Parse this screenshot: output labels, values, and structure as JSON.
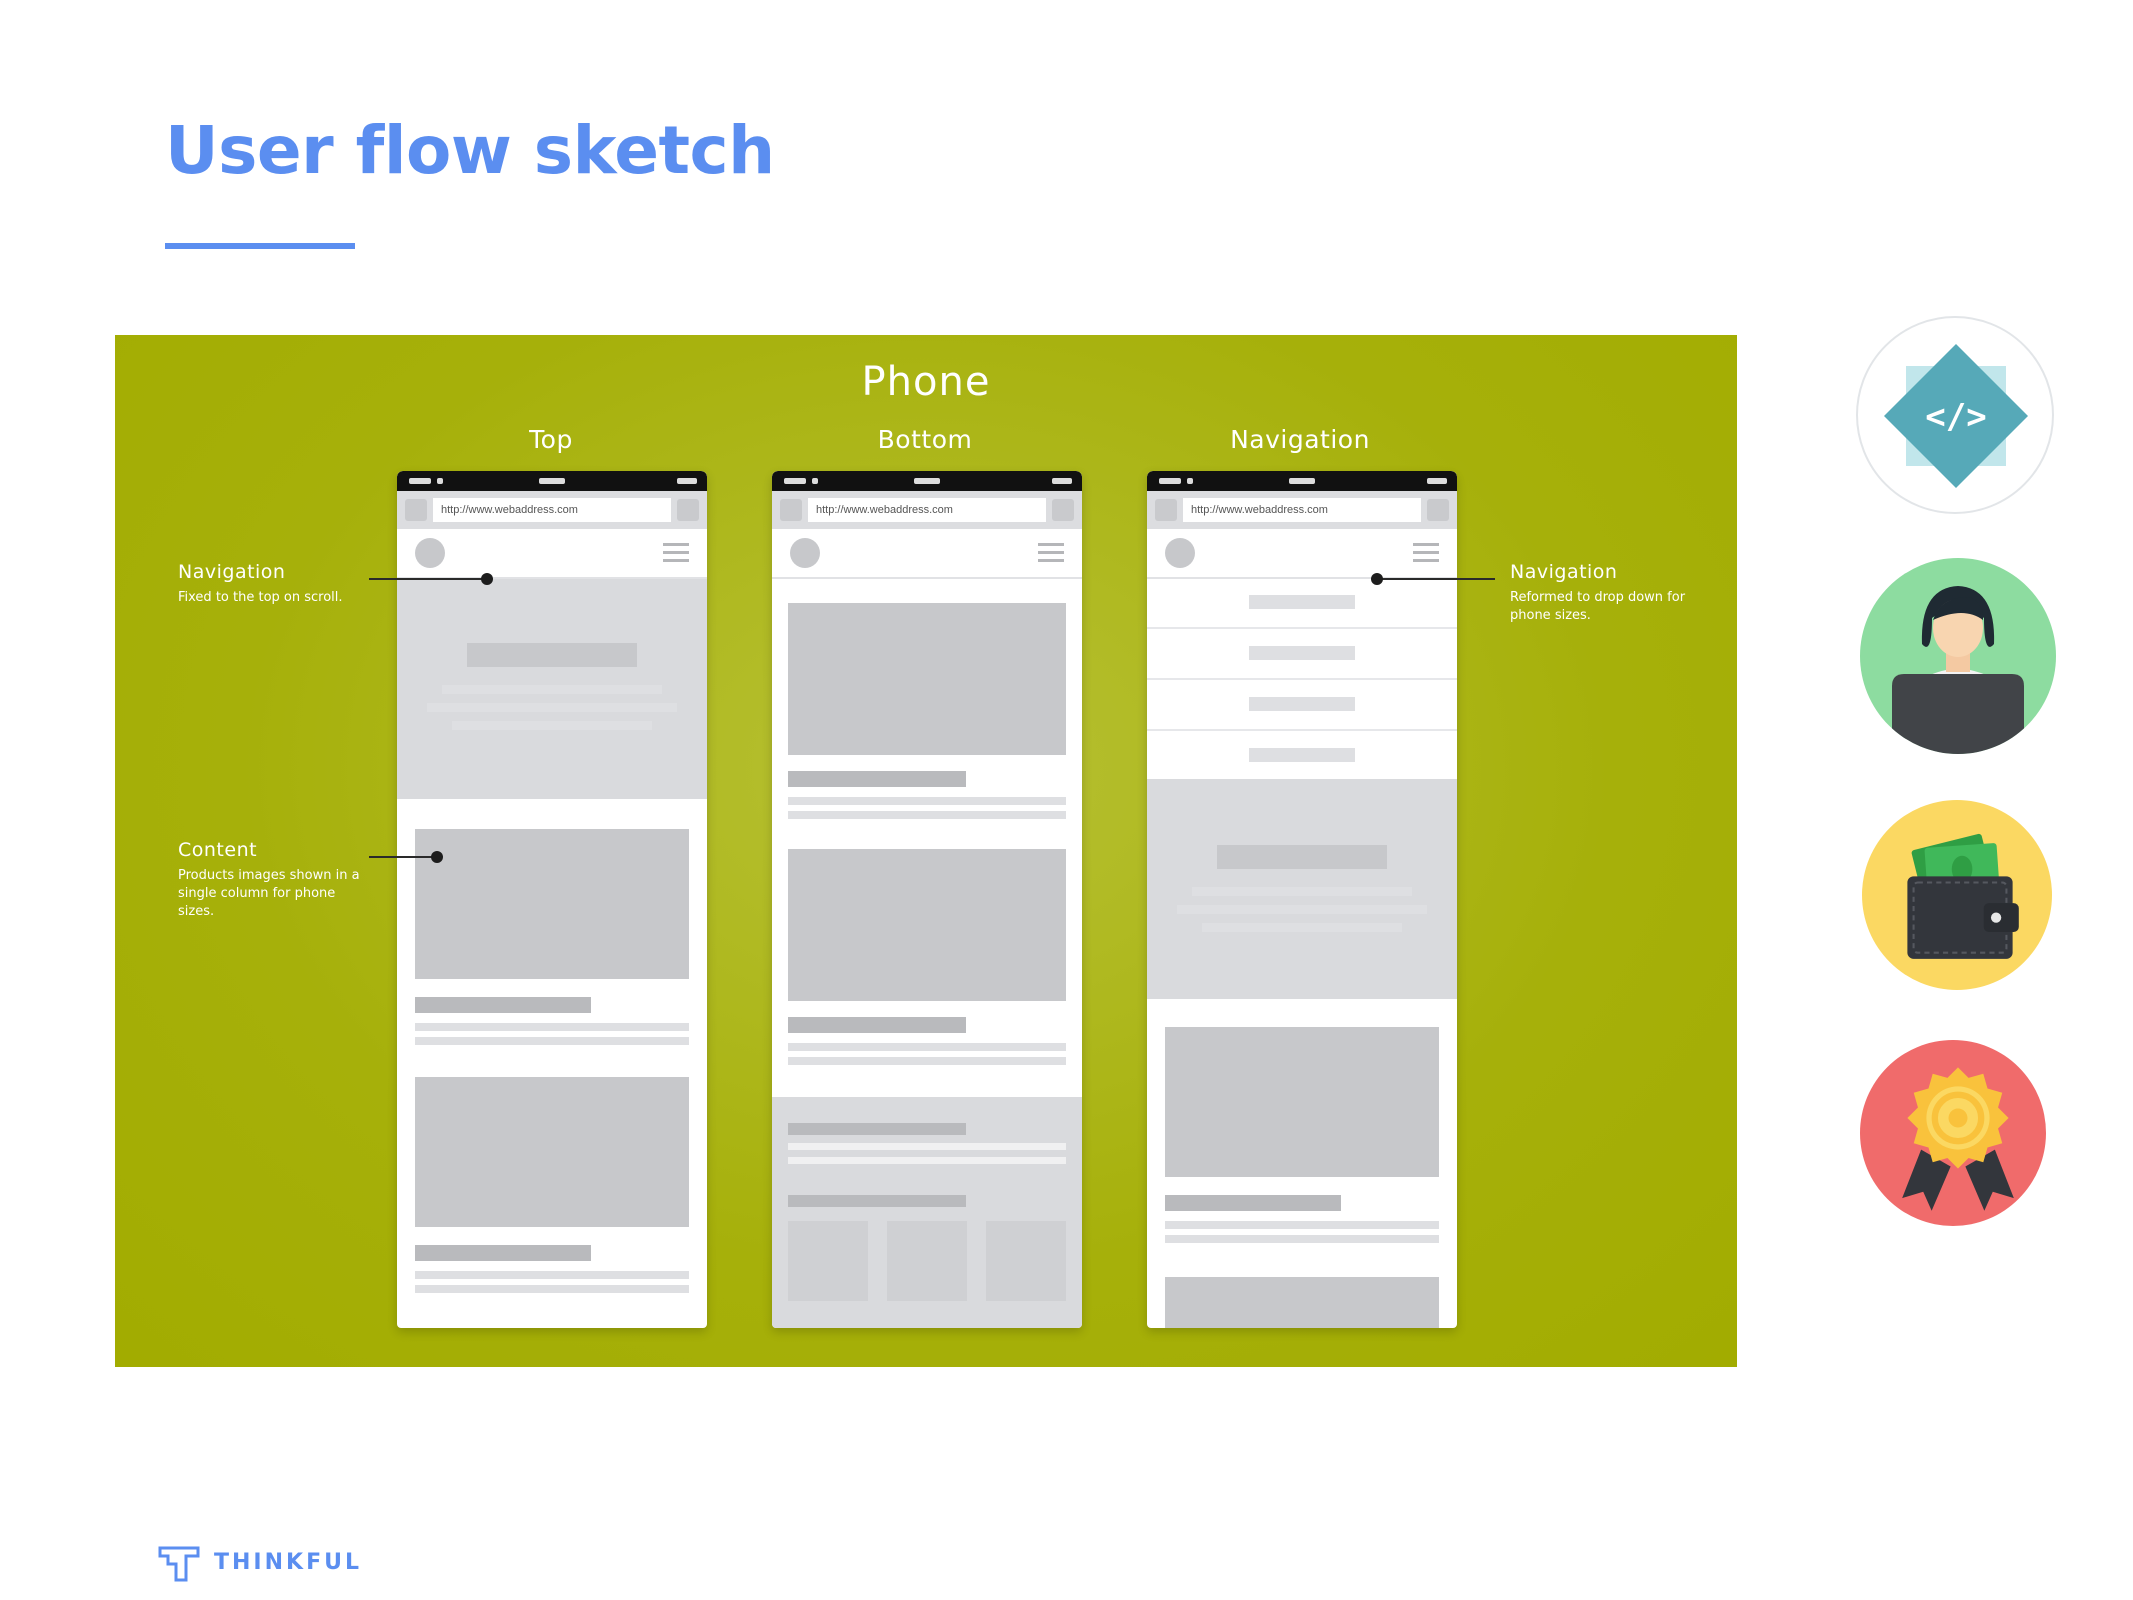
{
  "slide": {
    "title": "User flow sketch",
    "brand_name": "THINKFUL"
  },
  "panel": {
    "heading": "Phone",
    "columns": [
      {
        "label": "Top",
        "url": "http://www.webaddress.com"
      },
      {
        "label": "Bottom",
        "url": "http://www.webaddress.com"
      },
      {
        "label": "Navigation",
        "url": "http://www.webaddress.com"
      }
    ],
    "annotations": {
      "nav_left": {
        "title": "Navigation",
        "desc": "Fixed to the top on scroll."
      },
      "content": {
        "title": "Content",
        "desc": "Products images shown in a single column for phone sizes."
      },
      "nav_right": {
        "title": "Navigation",
        "desc": "Reformed to drop down for phone sizes."
      }
    }
  },
  "icons": [
    {
      "name": "code-diamond-icon",
      "color": "#56a9b8"
    },
    {
      "name": "person-laptop-icon",
      "color": "#8ddca0"
    },
    {
      "name": "wallet-money-icon",
      "color": "#fbd862"
    },
    {
      "name": "award-badge-icon",
      "color": "#f06b6b"
    }
  ],
  "colors": {
    "accent": "#5b8ef0",
    "panel_green": "#a6b00a"
  }
}
